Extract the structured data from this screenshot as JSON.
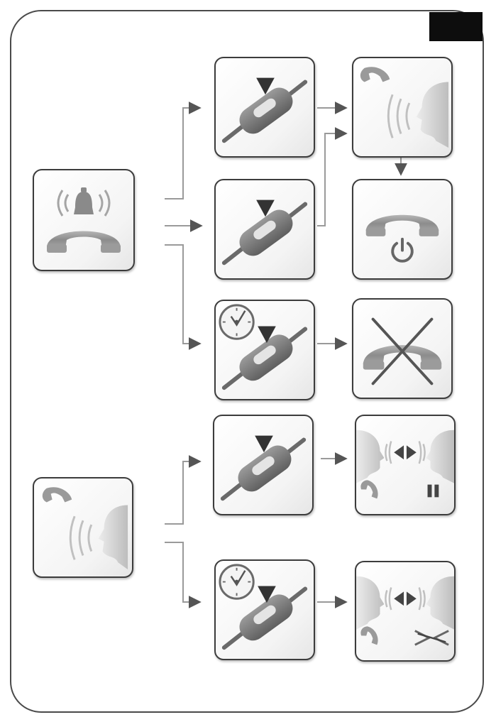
{
  "diagram": {
    "colors": {
      "frame": "#4a4a4a",
      "tab": "#0d0d0d",
      "connector": "#9a9a9a",
      "arrowhead": "#555555",
      "handset": "#909090",
      "switch_body": "#7a7a7a",
      "head": "#d2d2d2"
    },
    "nodes": [
      {
        "id": "incoming-call",
        "icon": "ringing-phone-icon"
      },
      {
        "id": "active-call",
        "icon": "talking-phone-icon"
      },
      {
        "id": "press-1",
        "icon": "press-cord-button-icon"
      },
      {
        "id": "press-2",
        "icon": "press-cord-button-icon"
      },
      {
        "id": "long-press-1",
        "icon": "long-press-cord-button-icon"
      },
      {
        "id": "press-3",
        "icon": "press-cord-button-icon"
      },
      {
        "id": "long-press-2",
        "icon": "long-press-cord-button-icon"
      },
      {
        "id": "answer",
        "icon": "talking-phone-icon"
      },
      {
        "id": "hang-up",
        "icon": "end-call-icon"
      },
      {
        "id": "reject",
        "icon": "rejected-call-icon"
      },
      {
        "id": "pause",
        "icon": "conversation-paused-icon"
      },
      {
        "id": "mute",
        "icon": "conversation-muted-icon"
      }
    ],
    "edges": [
      {
        "from": "incoming-call",
        "to": "press-1"
      },
      {
        "from": "incoming-call",
        "to": "press-2"
      },
      {
        "from": "incoming-call",
        "to": "long-press-1"
      },
      {
        "from": "press-1",
        "to": "answer"
      },
      {
        "from": "press-2",
        "to": "answer"
      },
      {
        "from": "answer",
        "to": "hang-up"
      },
      {
        "from": "long-press-1",
        "to": "reject"
      },
      {
        "from": "active-call",
        "to": "press-3"
      },
      {
        "from": "active-call",
        "to": "long-press-2"
      },
      {
        "from": "press-3",
        "to": "pause"
      },
      {
        "from": "long-press-2",
        "to": "mute"
      }
    ]
  }
}
